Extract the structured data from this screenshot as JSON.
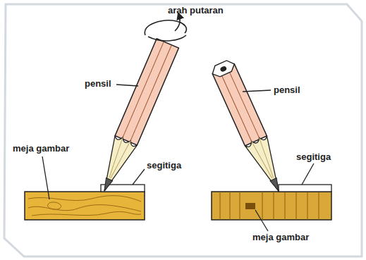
{
  "diagram": {
    "labels": [
      "arah putaran",
      "pensil",
      "meja gambar",
      "segitiga",
      "pensil",
      "segitiga",
      "meja gambar"
    ]
  }
}
